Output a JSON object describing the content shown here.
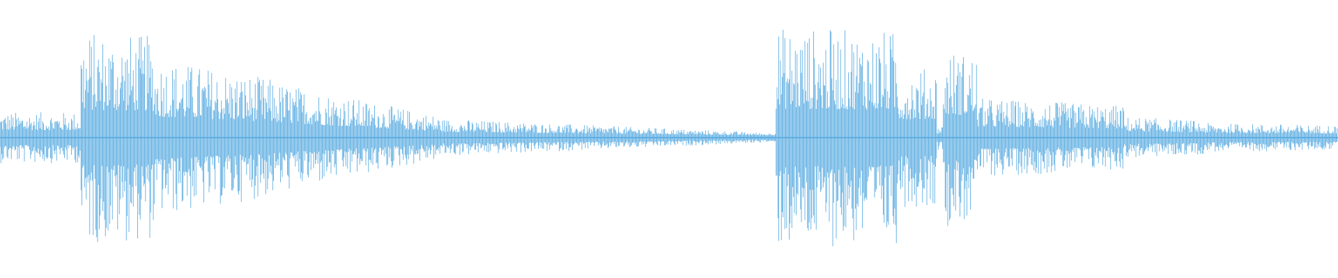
{
  "waveform": {
    "color": "#5dade2",
    "background": "#ffffff",
    "segments": [
      {
        "t_start": 0.0,
        "t_end": 0.06,
        "level_start": 0.22,
        "level_end": 0.22
      },
      {
        "t_start": 0.06,
        "t_end": 0.115,
        "level_start": 0.96,
        "level_end": 0.92
      },
      {
        "t_start": 0.115,
        "t_end": 0.205,
        "level_start": 0.72,
        "level_end": 0.52
      },
      {
        "t_start": 0.205,
        "t_end": 0.33,
        "level_start": 0.5,
        "level_end": 0.18
      },
      {
        "t_start": 0.33,
        "t_end": 0.575,
        "level_start": 0.16,
        "level_end": 0.03
      },
      {
        "t_start": 0.575,
        "t_end": 0.58,
        "level_start": 0.04,
        "level_end": 0.04
      },
      {
        "t_start": 0.58,
        "t_end": 0.67,
        "level_start": 1.0,
        "level_end": 0.96
      },
      {
        "t_start": 0.67,
        "t_end": 0.7,
        "level_start": 0.62,
        "level_end": 0.62
      },
      {
        "t_start": 0.7,
        "t_end": 0.705,
        "level_start": 0.1,
        "level_end": 0.1
      },
      {
        "t_start": 0.705,
        "t_end": 0.73,
        "level_start": 0.8,
        "level_end": 0.75
      },
      {
        "t_start": 0.73,
        "t_end": 0.84,
        "level_start": 0.35,
        "level_end": 0.28
      },
      {
        "t_start": 0.84,
        "t_end": 0.9,
        "level_start": 0.18,
        "level_end": 0.14
      },
      {
        "t_start": 0.9,
        "t_end": 1.0,
        "level_start": 0.12,
        "level_end": 0.1
      }
    ]
  }
}
